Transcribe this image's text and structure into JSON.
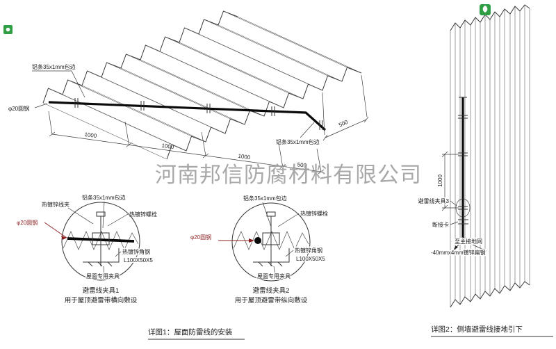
{
  "watermark": "河南邦信防腐材料有限公司",
  "colors": {
    "line": "#4a4a4a",
    "wire": "#0a0a0a",
    "accent_red": "#8b1f1f",
    "watermark_gray": "#9a9a9a",
    "logo_green": "#2f9e44"
  },
  "roof": {
    "label_strip_top": "铝条35x1mm包边",
    "label_round_steel": "φ20圆钢",
    "label_strip_right": "铝条35x1mm包边",
    "dims": {
      "d1": "1000",
      "d2": "1000",
      "d3": "1000",
      "d4": "500",
      "d5": "500"
    },
    "caption": "详图1：屋面防雷线的安装"
  },
  "detail1": {
    "label_clamp": "热镀锌线夹",
    "label_strip": "铝条35x1mm包边",
    "label_bolt": "热镀锌螺栓",
    "label_round_steel": "φ20圆钢",
    "label_angle": "热镀锌角钢",
    "label_angle_spec": "L100X50X5",
    "label_fixture": "屋面专用夹具",
    "title": "避雷线夹具1",
    "subtitle": "用于屋顶避雷带横向敷设"
  },
  "detail2": {
    "label_strip": "铝条35x1mm包边",
    "label_bolt": "热镀锌螺栓",
    "label_round_steel": "φ20圆钢",
    "label_angle": "热镀锌角钢",
    "label_angle_spec": "L100X50X5",
    "label_fixture": "屋面专用夹具",
    "title": "避雷线夹具2",
    "subtitle": "用于屋顶避雷带纵向敷设"
  },
  "wall": {
    "label_clamp3": "避雷线夹具3",
    "label_disconnect": "断接卡",
    "label_to_ground": "至主接地网",
    "label_flat_steel": "-40mmx4mm镀锌扁钢",
    "dim": "1000",
    "caption": "详图2：侧墙避雷线接地引下"
  }
}
